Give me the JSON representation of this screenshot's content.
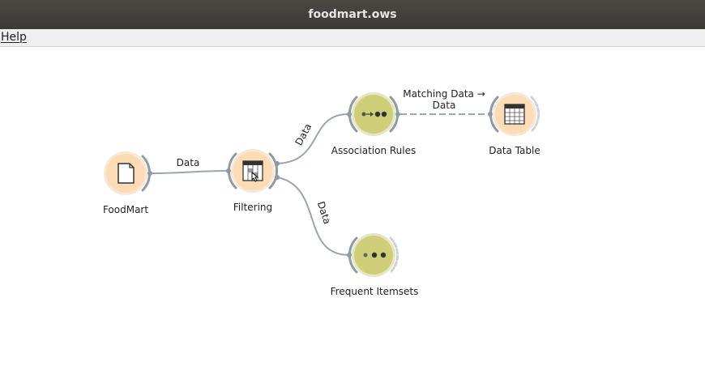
{
  "window": {
    "title": "foodmart.ows"
  },
  "menu": {
    "items": [
      {
        "label": "Help"
      }
    ]
  },
  "colors": {
    "data_node_fill": "#fcdcb4",
    "data_node_ring": "#f6e7d6",
    "assoc_node_fill": "#cfcf7a",
    "assoc_node_ring": "#e6e6c3",
    "link": "#9aa6ad",
    "port": "#8e9ba2"
  },
  "widgets": [
    {
      "id": "foodmart",
      "label": "FoodMart",
      "icon": "file-icon"
    },
    {
      "id": "filtering",
      "label": "Filtering",
      "icon": "filter-table-icon"
    },
    {
      "id": "assoc",
      "label": "Association Rules",
      "icon": "association-rules-icon"
    },
    {
      "id": "table",
      "label": "Data Table",
      "icon": "table-icon"
    },
    {
      "id": "freq",
      "label": "Frequent Itemsets",
      "icon": "frequent-itemsets-icon"
    }
  ],
  "links": [
    {
      "label": "Data"
    },
    {
      "label": "Data"
    },
    {
      "label": "Data"
    },
    {
      "label_line1": "Matching Data →",
      "label_line2": "Data"
    }
  ]
}
